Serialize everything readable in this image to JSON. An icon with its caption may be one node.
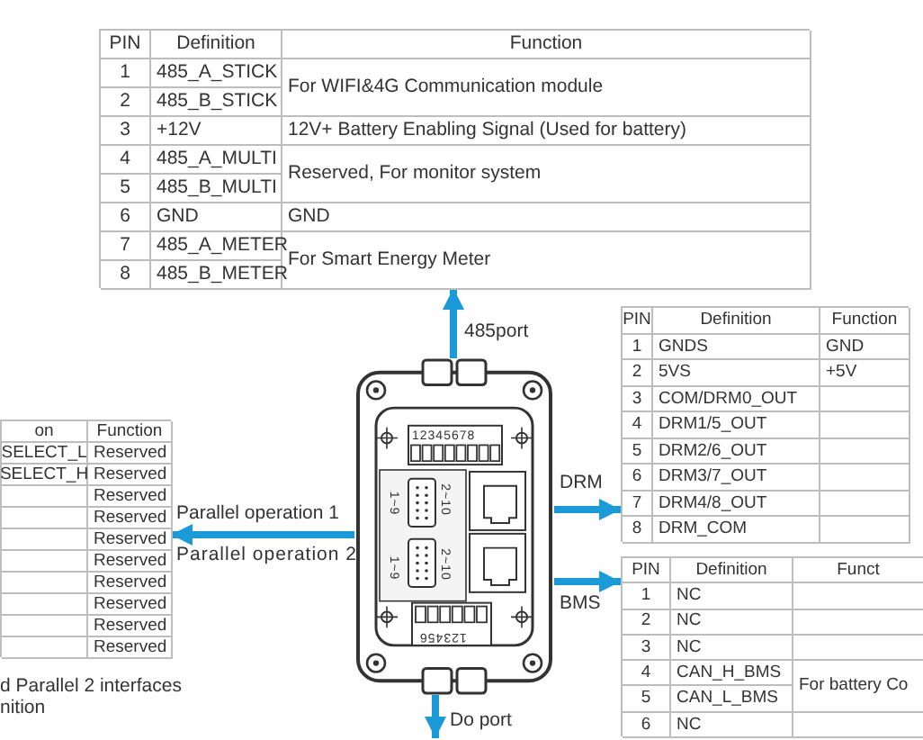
{
  "diagram": {
    "nodes": [
      {
        "text": [
          "PIN",
          "Definition",
          "Function",
          "1",
          "485_A_STICK",
          "For WIFI&4G Communication module",
          "2",
          "485_B_STICK",
          "3",
          "+12V",
          "12V+ Battery Enabling Signal (Used for battery)",
          "4",
          "485_A_MULTI",
          "Reserved, For monitor system",
          "5",
          "485_B_MULTI",
          "6",
          "GND",
          "GND",
          "7",
          "485_A_METER",
          "For Smart Energy Meter",
          "8",
          "485_B_METER"
        ]
      },
      {
        "text": [
          "on",
          "Function",
          "SELECT_L",
          "Reserved",
          "SELECT_H",
          "Reserved",
          "Reserved",
          "Reserved",
          "Reserved",
          "Reserved",
          "Reserved",
          "Reserved",
          "Reserved",
          "Reserved"
        ],
        "beside": [
          "d Parallel 2 interfaces nition"
        ]
      },
      {
        "text": [],
        "shape": "picture"
      },
      {
        "text": [
          "PIN",
          "Definition",
          "Function",
          "1",
          "GNDS",
          "GND",
          "2",
          "5VS",
          "+5V",
          "3",
          "COM/DRM0_OUT",
          "4",
          "DRM1/5_OUT",
          "5",
          "DRM2/6_OUT",
          "6",
          "DRM3/7_OUT",
          "7",
          "DRM4/8_OUT",
          "8",
          "DRM_COM"
        ]
      },
      {
        "text": [
          "PIN",
          "Definition",
          "Funct",
          "1",
          "NC",
          "2",
          "NC",
          "3",
          "NC",
          "4",
          "CAN_H_BMS",
          "For battery Co",
          "5",
          "CAN_L_BMS",
          "6",
          "NC"
        ]
      }
    ],
    "edges": [
      {
        "from": 2,
        "to": 0,
        "arrow": "to",
        "label": "485port"
      },
      {
        "from": 2,
        "to": 1,
        "arrow": "to",
        "label": "Parallel operation 1"
      },
      {
        "from": 2,
        "to": 3,
        "arrow": "to",
        "label": "DRM"
      },
      {
        "from": 2,
        "to": 4,
        "arrow": "to",
        "label": "BMS"
      },
      {
        "from": 2,
        "to": null,
        "arrow": "to",
        "label": "Do port"
      }
    ],
    "labels": [
      "Parallel operation 2",
      "12345678",
      "1~9",
      "2~10",
      "1~9",
      "2~10",
      "123456"
    ]
  }
}
